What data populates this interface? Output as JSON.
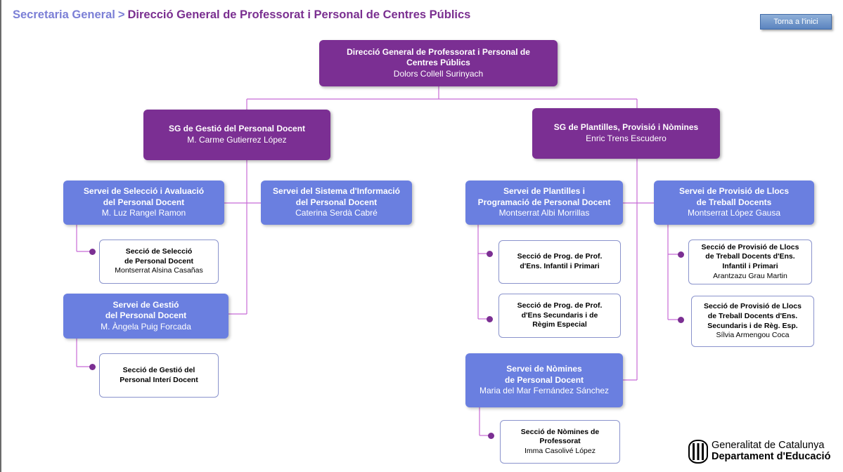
{
  "breadcrumb": {
    "root": "Secretaria General",
    "separator": ">",
    "current": "Direcció General de Professorat i Personal de Centres Públics"
  },
  "home_button": {
    "label": "Torna a l'inici"
  },
  "nodes": {
    "dg": {
      "title": "Direcció General de Professorat i Personal de\nCentres Públics",
      "person": "Dolors Collell Surinyach"
    },
    "sg1": {
      "title": "SG de Gestió del Personal Docent",
      "person": "M. Carme Gutierrez López"
    },
    "sg2": {
      "title": "SG de Plantilles, Provisió i Nòmines",
      "person": "Enric Trens Escudero"
    },
    "srv_seleccio": {
      "title": "Servei de Selecció i Avaluació\ndel Personal Docent",
      "person": "M. Luz Rangel Ramon"
    },
    "srv_sistema": {
      "title": "Servei del Sistema d'Informació\ndel Personal Docent",
      "person": "Caterina Serdà Cabré"
    },
    "srv_gestio": {
      "title": "Servei de Gestió\ndel Personal Docent",
      "person": "M. Àngela Puig Forcada"
    },
    "sec_seleccio": {
      "title": "Secció de Selecció\nde Personal Docent",
      "person": "Montserrat Alsina Casañas"
    },
    "sec_gestio": {
      "title": "Secció de Gestió del\nPersonal Interí Docent",
      "person": ""
    },
    "srv_plantilles": {
      "title": "Servei de Plantilles i\nProgramació de Personal Docent",
      "person": "Montserrat Albi Morrillas"
    },
    "srv_provisio": {
      "title": "Servei de Provisió de Llocs\nde Treball Docents",
      "person": "Montserrat López Gausa"
    },
    "srv_nomines": {
      "title": "Servei de Nòmines\nde Personal  Docent",
      "person": "Maria del Mar Fernández Sánchez"
    },
    "sec_prog_infantil": {
      "title": "Secció de Prog. de Prof.\nd'Ens. Infantil i Primari",
      "person": ""
    },
    "sec_prog_secundaris": {
      "title": "Secció de Prog. de Prof.\nd'Ens Secundaris i de\nRègim Especial",
      "person": ""
    },
    "sec_nomines": {
      "title": "Secció de Nòmines de\nProfessorat",
      "person": "Imma Casolivé López"
    },
    "sec_prov_infantil": {
      "title": "Secció de Provisió de Llocs\nde Treball Docents d'Ens.\nInfantil i Primari",
      "person": "Arantzazu Grau Martin"
    },
    "sec_prov_secundaris": {
      "title": "Secció de Provisió de Llocs\nde Treball Docents d'Ens.\nSecundaris i de Règ. Esp.",
      "person": "Sílvia Armengou Coca"
    }
  },
  "logo": {
    "line1": "Generalitat de Catalunya",
    "line2": "Departament d'Educació"
  },
  "colors": {
    "purple": "#7b2f93",
    "blue": "#6a7fe0",
    "connector": "#c86bd6",
    "breadcrumb_root": "#7b7fd6",
    "breadcrumb_current": "#7a2f90"
  }
}
